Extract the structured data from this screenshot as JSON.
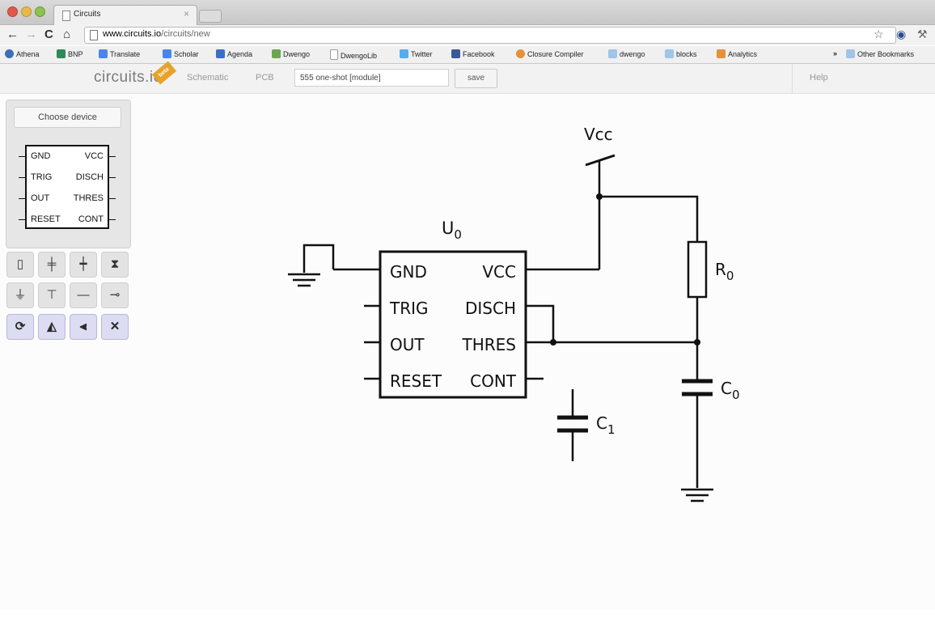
{
  "browser": {
    "tab_title": "Circuits",
    "tab_close": "×",
    "url_host": "www.circuits.io",
    "url_path": "/circuits/new",
    "bookmarks": [
      {
        "label": "Athena",
        "color": "#3b6fb6"
      },
      {
        "label": "BNP",
        "color": "#2e8b57"
      },
      {
        "label": "Translate",
        "color": "#4a86e8"
      },
      {
        "label": "Scholar",
        "color": "#4a86e8"
      },
      {
        "label": "Agenda",
        "color": "#3a6fc4"
      },
      {
        "label": "Dwengo",
        "color": "#6aa84f"
      },
      {
        "label": "DwengoLib",
        "color": "#ffffff"
      },
      {
        "label": "Twitter",
        "color": "#55acee"
      },
      {
        "label": "Facebook",
        "color": "#3b5998"
      },
      {
        "label": "Closure Compiler",
        "color": "#e69138"
      },
      {
        "label": "dwengo",
        "color": "#9fc5e8"
      },
      {
        "label": "blocks",
        "color": "#9fc5e8"
      },
      {
        "label": "Analytics",
        "color": "#e69138"
      }
    ],
    "more_bookmarks": "»",
    "other_bookmarks": "Other Bookmarks"
  },
  "app": {
    "logo": "circuits.io",
    "beta_badge": "beta",
    "nav": {
      "schematic": "Schematic",
      "pcb": "PCB"
    },
    "circuit_name": "555 one-shot [module]",
    "save_label": "save",
    "help_label": "Help"
  },
  "panel": {
    "choose_device": "Choose device",
    "chip_pins": {
      "left": [
        "GND",
        "TRIG",
        "OUT",
        "RESET"
      ],
      "right": [
        "VCC",
        "DISCH",
        "THRES",
        "CONT"
      ]
    },
    "tools_row1": [
      "▯",
      "╪",
      "┿",
      "⧗"
    ],
    "tools_row2": [
      "⏚",
      "⊤",
      "—",
      "⊸"
    ],
    "tools_row3": [
      "⟳",
      "◭",
      "⫷",
      "✕"
    ]
  },
  "schematic": {
    "chip_label": "U",
    "chip_sub": "0",
    "pins_left": [
      "GND",
      "TRIG",
      "OUT",
      "RESET"
    ],
    "pins_right": [
      "VCC",
      "DISCH",
      "THRES",
      "CONT"
    ],
    "vcc_label": "Vcc",
    "resistor_label": "R",
    "resistor_sub": "0",
    "cap0_label": "C",
    "cap0_sub": "0",
    "cap1_label": "C",
    "cap1_sub": "1"
  }
}
